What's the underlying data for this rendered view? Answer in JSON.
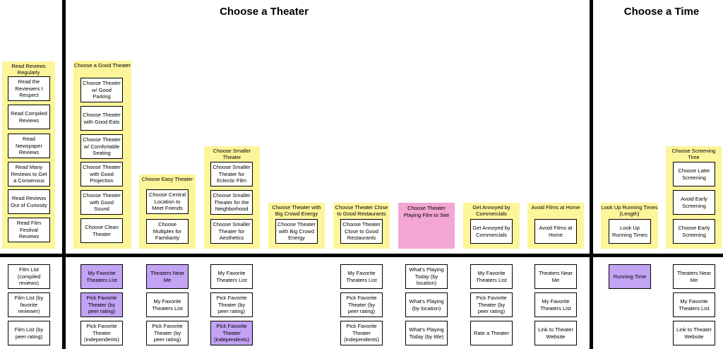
{
  "sections": {
    "theater_title": "Choose a Theater",
    "time_title": "Choose a Time"
  },
  "columns": [
    {
      "title": "Read Reviews Regularly",
      "cards": [
        "Read the Reviewers I Respect",
        "Read Compiled Reviews",
        "Read Newspaper Reviews",
        "Read Many Reviews to Get a Consensus",
        "Read Reviews Out of Curiosity",
        "Read Film Festival Reviews"
      ]
    },
    {
      "title": "Choose a Good Theater",
      "cards": [
        "Choose Theater w/ Good Parking",
        "Choose Theater with Good Eats",
        "Choose Theater w/ Comfortable Seating",
        "Choose Theater with Good Projection",
        "Choose Theater with Good Sound",
        "Choose Clean Theater"
      ]
    },
    {
      "title": "Choose Easy Theater",
      "cards": [
        "Choose Central Location to Meet Friends",
        "Choose Multiplex for Familiarity"
      ]
    },
    {
      "title": "Choose Smaller Theater",
      "cards": [
        "Choose Smaller Theater for Eclectic Film",
        "Choose Smaller Theater for the Neighborhood",
        "Choose Smaller Theater for Aesthetics"
      ]
    },
    {
      "title": "Choose Theater with Big Crowd Energy",
      "cards": [
        "Choose Theater with Big Crowd Energy"
      ]
    },
    {
      "title": "Choose Theater Close to Good Restaurants",
      "cards": [
        "Choose Theater Close to Good Restaurants"
      ]
    },
    {
      "title": "Choose Theater Playing Film to See",
      "cards": []
    },
    {
      "title": "Get Annoyed by Commercials",
      "cards": [
        "Get Annoyed by Commercials"
      ]
    },
    {
      "title": "Avoid Films at Home",
      "cards": [
        "Avoid Films at Home"
      ]
    },
    {
      "title": "Look Up Running Times (Length)",
      "cards": [
        "Look Up Running Times"
      ]
    },
    {
      "title": "Choose Screening Time",
      "cards": [
        "Choose Later Screening",
        "Avoid Early Screening",
        "Choose Early Screening"
      ]
    }
  ],
  "features": [
    [
      "Film List (compiled reviews)",
      "Film List (by favorite reviewer)",
      "Film List (by peer rating)"
    ],
    [
      "My Favorite Theaters List",
      "Pick Favorite Theater (by peer rating)",
      "Pick Favorite Theater (independents)"
    ],
    [
      "Theaters Near Me",
      "My Favorite Theaters List",
      "Pick Favorite Theater (by peer rating)"
    ],
    [
      "My Favorite Theaters List",
      "Pick Favorite Theater (by peer rating)",
      "Pick Favorite Theater (independents)"
    ],
    [
      "My Favorite Theaters List",
      "Pick Favorite Theater (by peer rating)",
      "Pick Favorite Theater (independents)"
    ],
    [
      "What's Playing Today (by location)",
      "What's Playing (by location)",
      "What's Playing Today (by title)"
    ],
    [
      "My Favorite Theaters List",
      "Pick Favorite Theater (by peer rating)",
      "Rate a Theater"
    ],
    [
      "Theaters Near Me",
      "My Favorite Theaters List",
      "Link to Theater Website"
    ],
    [
      "Running Time"
    ],
    [
      "Theaters Near Me",
      "My Favorite Theaters List",
      "Link to Theater Website"
    ]
  ],
  "colors": {
    "group_bg": "#fdf59a",
    "pink_card": "#f3a6d3",
    "lavender_card": "#c3a3f4"
  }
}
